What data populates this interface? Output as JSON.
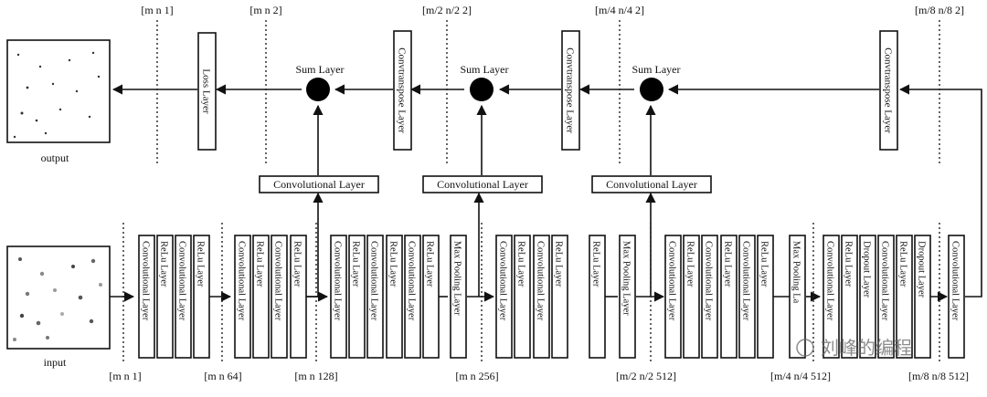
{
  "images": {
    "input_label": "input",
    "output_label": "output"
  },
  "watermark": "刘峰的编程",
  "bottom_dims": [
    "[m n 1]",
    "[m n 64]",
    "[m n 128]",
    "[m n 256]",
    "[m/2 n/2 512]",
    "[m/4 n/4 512]",
    "[m/8 n/8 512]"
  ],
  "top_dims": [
    "[m n 1]",
    "[m n 2]",
    "[m/2 n/2 2]",
    "[m/4 n/4 2]",
    "[m/8 n/8 2]"
  ],
  "encoder_layers": [
    "Convolutional Layer",
    "ReLu Layer",
    "Convolutional Layer",
    "ReLu Layer",
    "Convolutional Layer",
    "ReLu Layer",
    "Convolutional Layer",
    "ReLu Layer",
    "Convolutional Layer",
    "ReLu Layer",
    "Convolutional Layer",
    "ReLu Layer",
    "Convolutional Layer",
    "ReLu Layer",
    "Max Pooling Layer",
    "Convolutional Layer",
    "ReLu Layer",
    "Convolutional Layer",
    "ReLu Layer",
    "ReLu Layer",
    "Max Pooling Layer",
    "Convolutional Layer",
    "ReLu Layer",
    "Convolutional Layer",
    "ReLu Layer",
    "Convolutional Layer",
    "ReLu Layer",
    "Max Pooling La",
    "Convolutional Layer",
    "ReLu Layer",
    "Dropout Layer",
    "Convolutional Layer",
    "ReLu Layer",
    "Dropout Layer",
    "Convolutional Layer"
  ],
  "decoder": {
    "loss": "Loss Layer",
    "sum": "Sum Layer",
    "convtranspose": "Convtranspose Layer",
    "skip_conv": "Convolutional Layer"
  }
}
